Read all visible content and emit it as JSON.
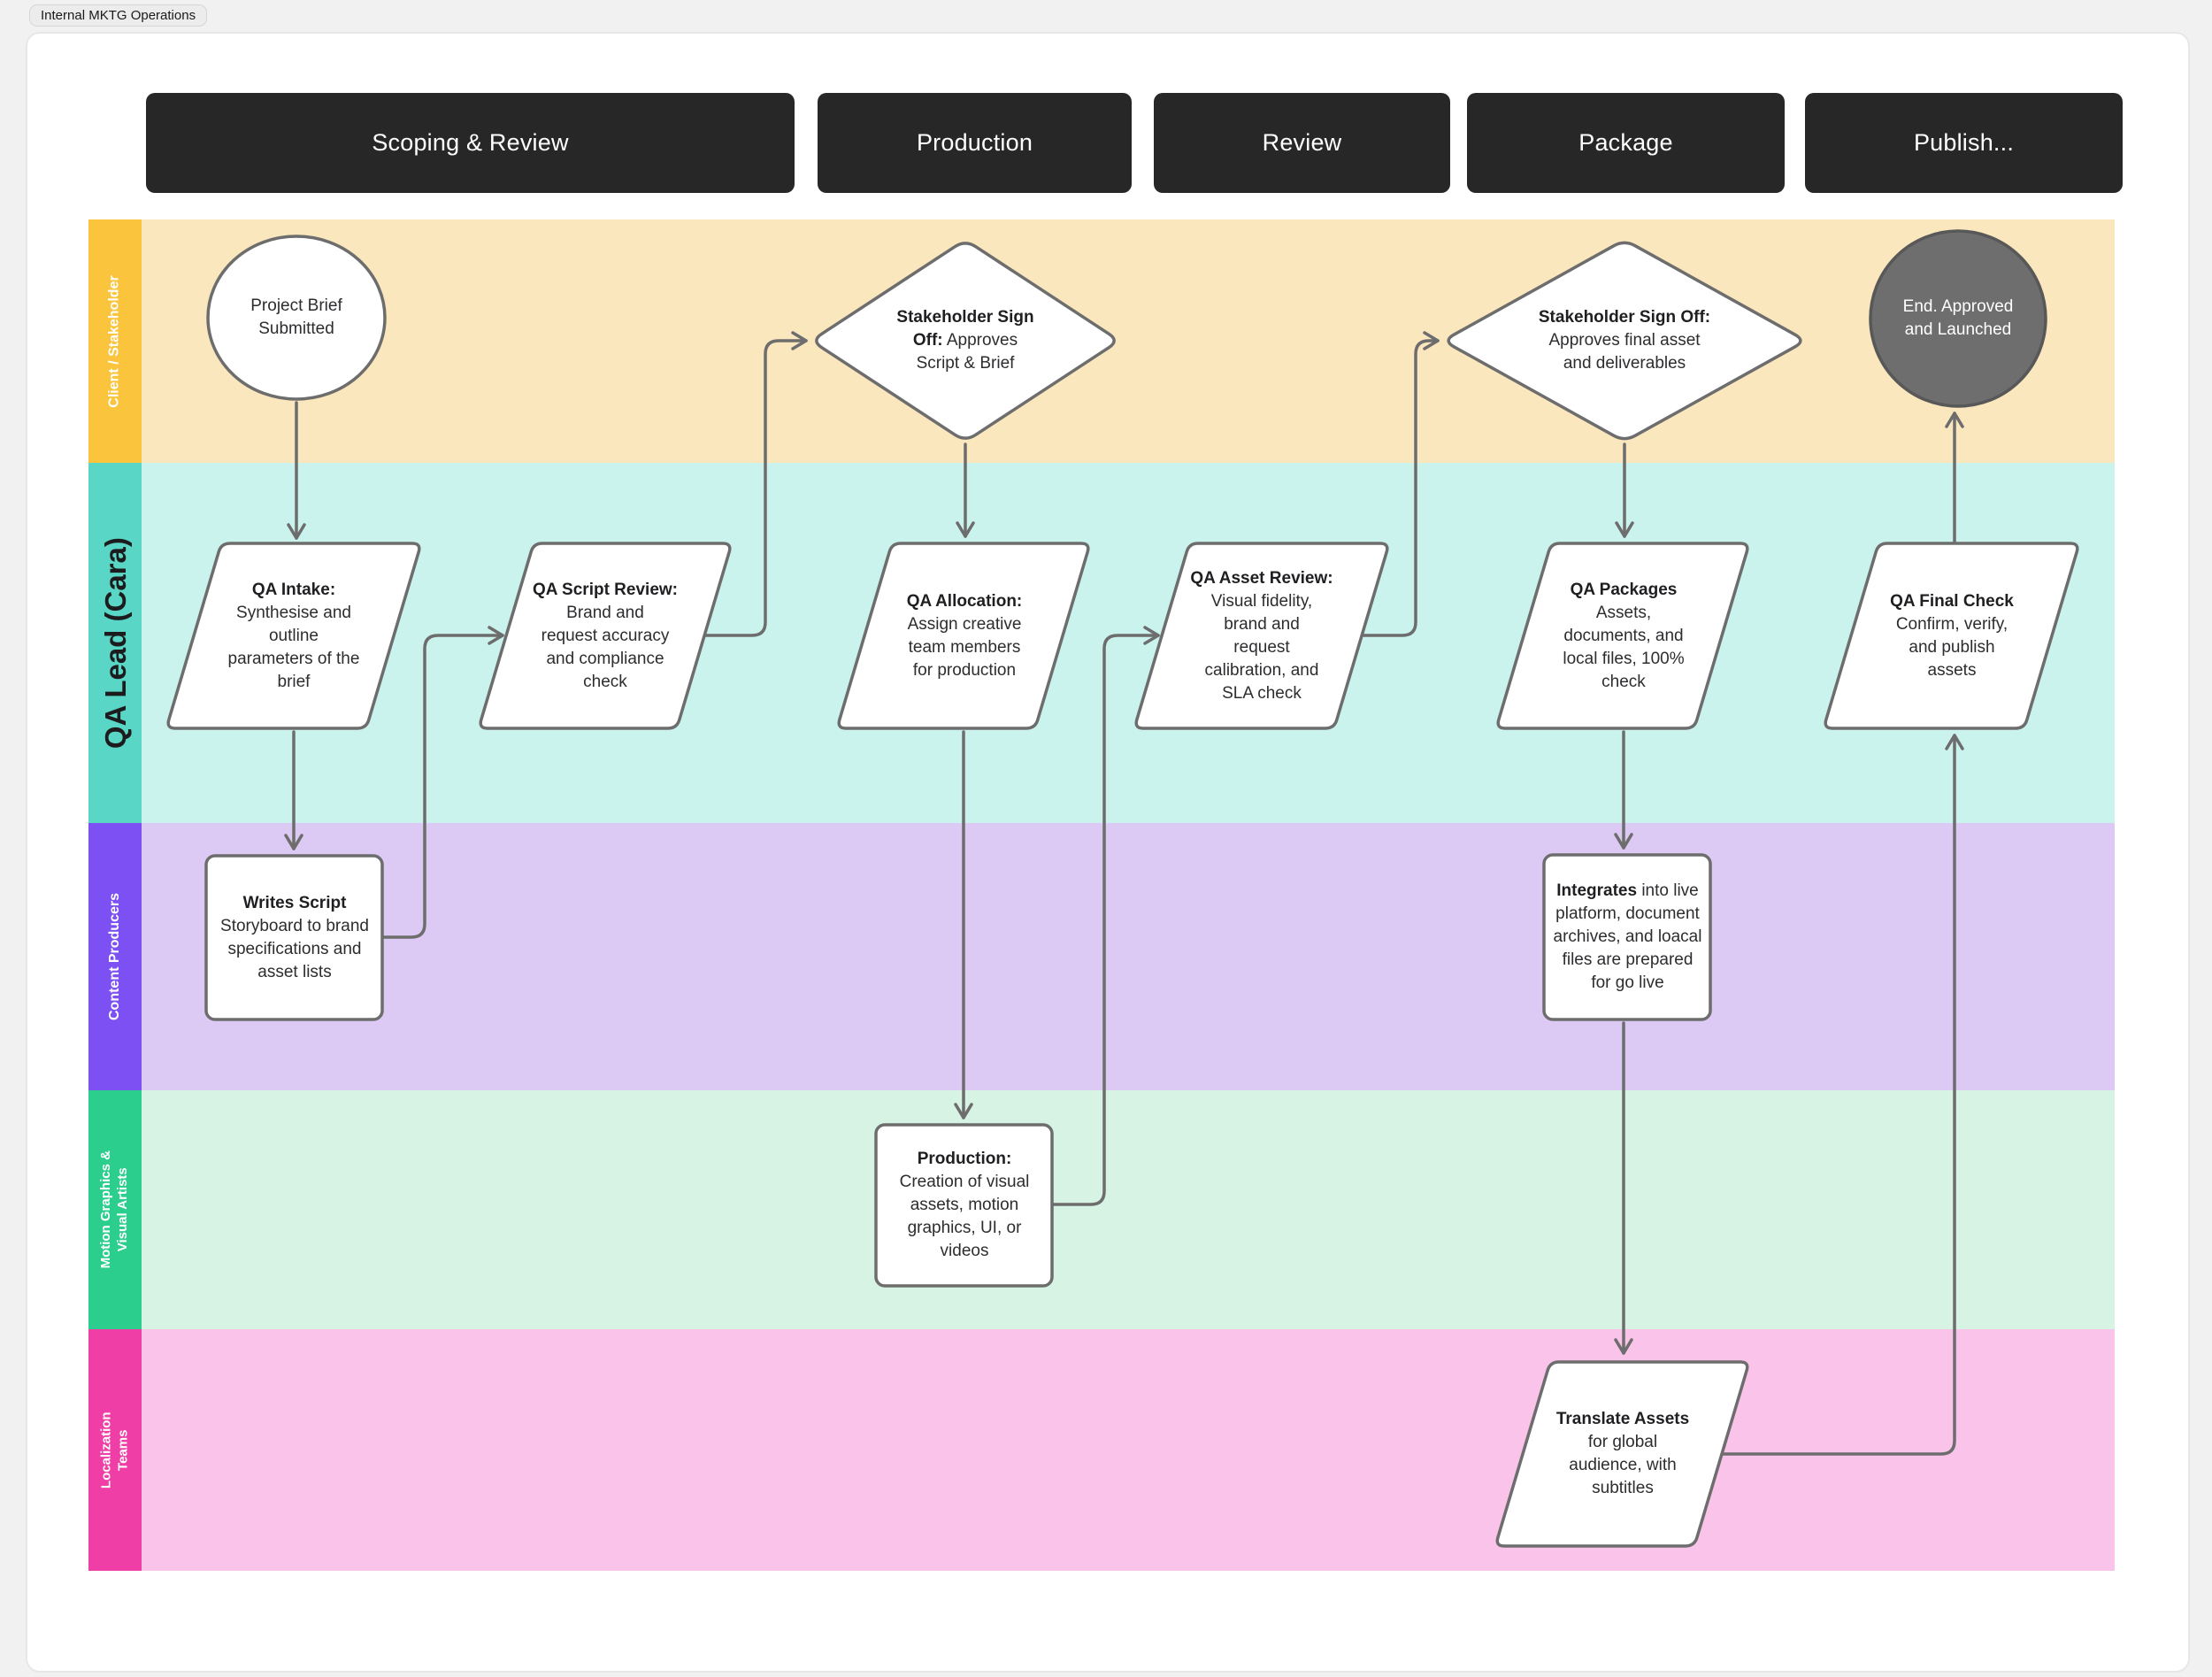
{
  "tag": "Internal MKTG Operations",
  "phases": [
    "Scoping & Review",
    "Production",
    "Review",
    "Package",
    "Publish..."
  ],
  "lanes": [
    {
      "label": "Client / Stakeholder",
      "strip_color": "#FBC43D",
      "bg_color": "#FAE7BE"
    },
    {
      "label": "QA Lead (Cara)",
      "strip_color": "#59D6C5",
      "bg_color": "#CBF3EE"
    },
    {
      "label": "Content Producers",
      "strip_color": "#7C50F2",
      "bg_color": "#DCC9F4"
    },
    {
      "label": "Motion Graphics &\nVisual Artists",
      "strip_color": "#2BCE8C",
      "bg_color": "#D7F3E3"
    },
    {
      "label": "Localization\nTeams",
      "strip_color": "#EF3FA7",
      "bg_color": "#FAC4EA"
    }
  ],
  "nodes": {
    "start": {
      "title": "",
      "body": "Project Brief\nSubmitted"
    },
    "qa_intake": {
      "title": "QA Intake:",
      "body": "Synthesise and\noutline\nparameters of the\nbrief"
    },
    "writes_script": {
      "title": "Writes Script",
      "body": "Storyboard to brand\nspecifications and\nasset lists"
    },
    "qa_script_review": {
      "title": "QA Script Review:",
      "body": "Brand and\nrequest accuracy\nand compliance\ncheck"
    },
    "sign_off_1": {
      "title": "Stakeholder  Sign Off:",
      "body": " Approves\nScript & Brief"
    },
    "qa_allocation": {
      "title": "QA Allocation:",
      "body": "Assign creative\nteam members\nfor production"
    },
    "production": {
      "title": "Production:",
      "body": "Creation of visual\nassets, motion\ngraphics, UI, or\nvideos"
    },
    "qa_asset_review": {
      "title": "QA Asset Review:",
      "body": "Visual fidelity,\nbrand and\nrequest\ncalibration, and\nSLA check"
    },
    "sign_off_2": {
      "title": "Stakeholder  Sign Off:",
      "body": "\nApproves final asset\nand deliverables"
    },
    "qa_packages": {
      "title": "QA Packages",
      "body": "Assets,\ndocuments, and\nlocal files, 100%\ncheck"
    },
    "integrates": {
      "title": "Integrates",
      "body": " into live\nplatform, document\narchives, and loacal\nfiles are prepared\nfor go live"
    },
    "translate_assets": {
      "title": "Translate Assets",
      "body": "for global\naudience, with\nsubtitles"
    },
    "qa_final_check": {
      "title": "QA Final Check",
      "body": "Confirm, verify,\nand publish\nassets"
    },
    "end": {
      "title": "",
      "body": "End. Approved\nand Launched"
    }
  },
  "colors": {
    "phase_bg": "#272727",
    "phase_text": "#ffffff",
    "connector": "#6d6d6d",
    "shape_border": "#6d6d6d",
    "shape_fill": "#ffffff",
    "end_fill": "#6e6e6e",
    "node_text": "#2d2d30"
  }
}
